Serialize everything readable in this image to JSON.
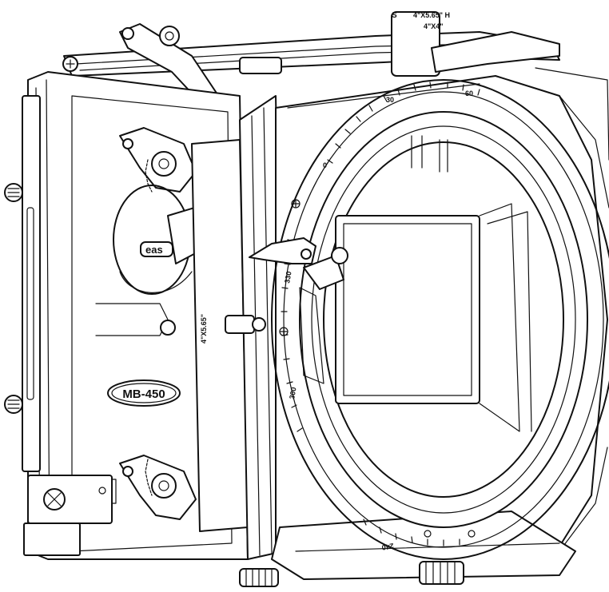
{
  "diagram": {
    "model_badge": "MB-450",
    "brand_mark": "eas",
    "stage_labels": {
      "stage_top_left": "S",
      "stage_top_size_1": "4\"X5.65\" H",
      "stage_top_size_2": "4\"X4\"",
      "side_size": "4\"X5.65\""
    },
    "rotation_scale_labels": [
      "0",
      "30",
      "60",
      "330",
      "300",
      "240"
    ],
    "colors": {
      "line": "#111111",
      "background": "#ffffff"
    }
  }
}
